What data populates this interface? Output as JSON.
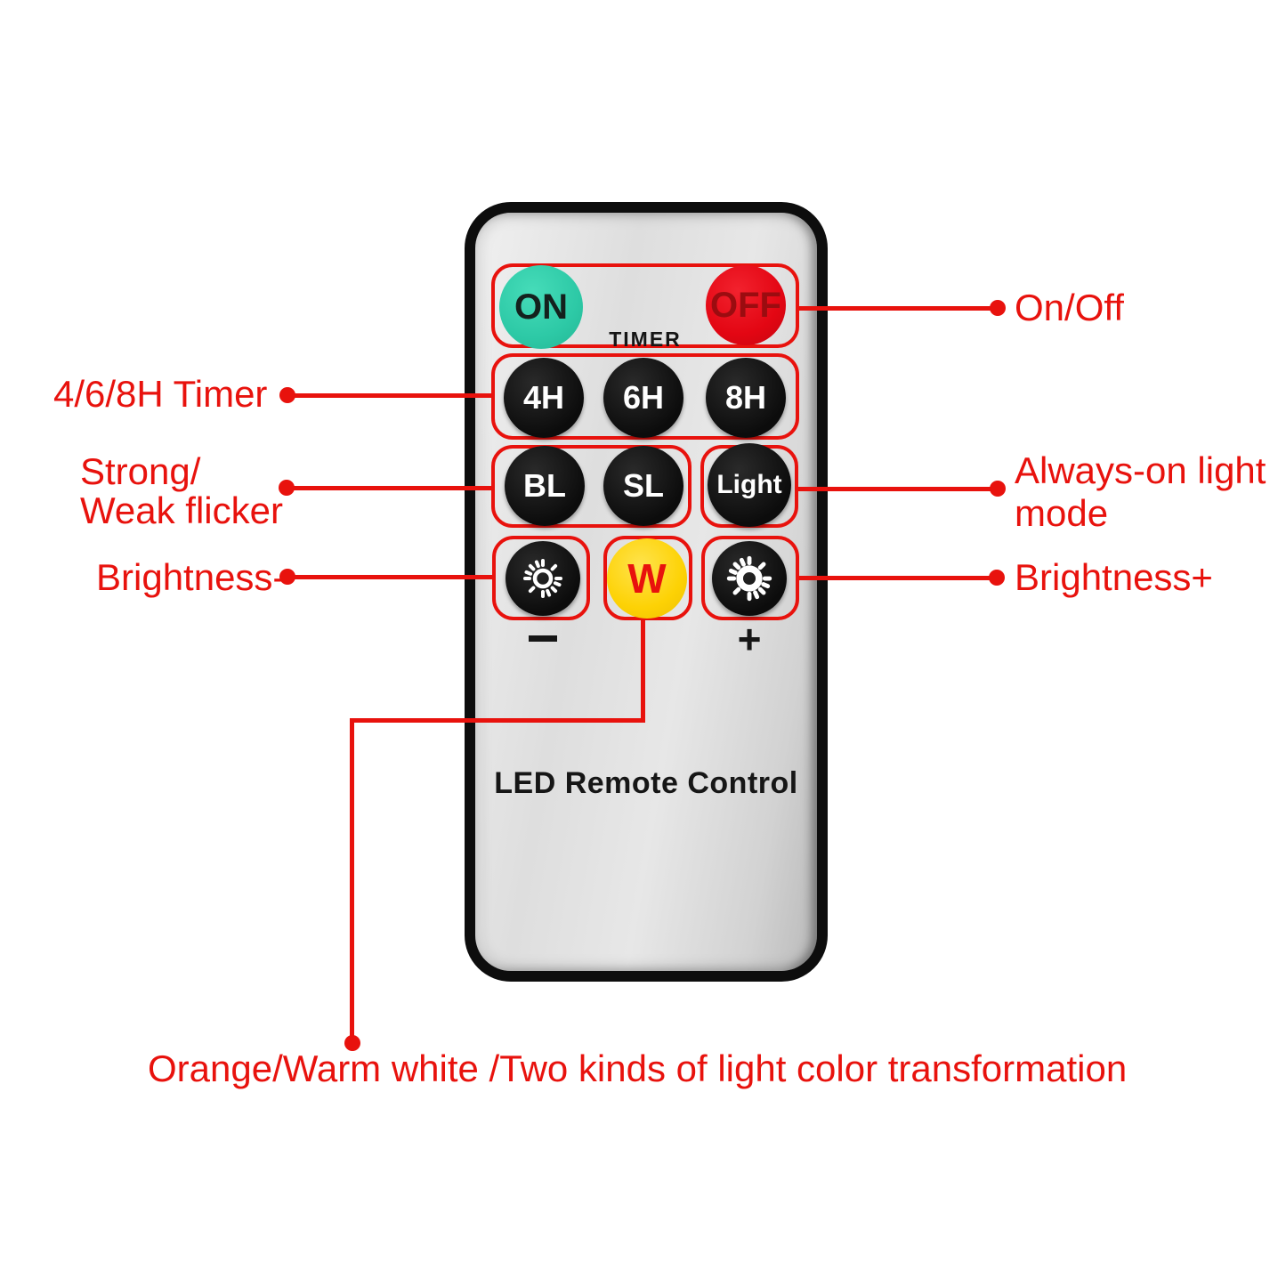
{
  "colors": {
    "annotation_red": "#e8120d",
    "on_button_teal": "#2dc9a6",
    "off_button_red": "#e30613",
    "off_text_dark_red": "#9b0c10",
    "warm_button_yellow": "#fdd205",
    "button_black": "#101010",
    "remote_silver": "#dedede"
  },
  "remote": {
    "brand": "LED Remote Control",
    "timer_header": "TIMER",
    "buttons": {
      "on": "ON",
      "off": "OFF",
      "h4": "4H",
      "h6": "6H",
      "h8": "8H",
      "bl": "BL",
      "sl": "SL",
      "light": "Light",
      "warm": "W"
    },
    "minus_label": "−",
    "plus_label": "+"
  },
  "annotations": {
    "timer": "4/6/8H Timer",
    "flicker_line1": "Strong/",
    "flicker_line2": "Weak flicker",
    "brightness_minus": "Brightness-",
    "on_off": "On/Off",
    "always_on_line1": "Always-on light",
    "always_on_line2": "mode",
    "brightness_plus": "Brightness+",
    "color_transform": "Orange/Warm white /Two kinds of light color transformation"
  }
}
